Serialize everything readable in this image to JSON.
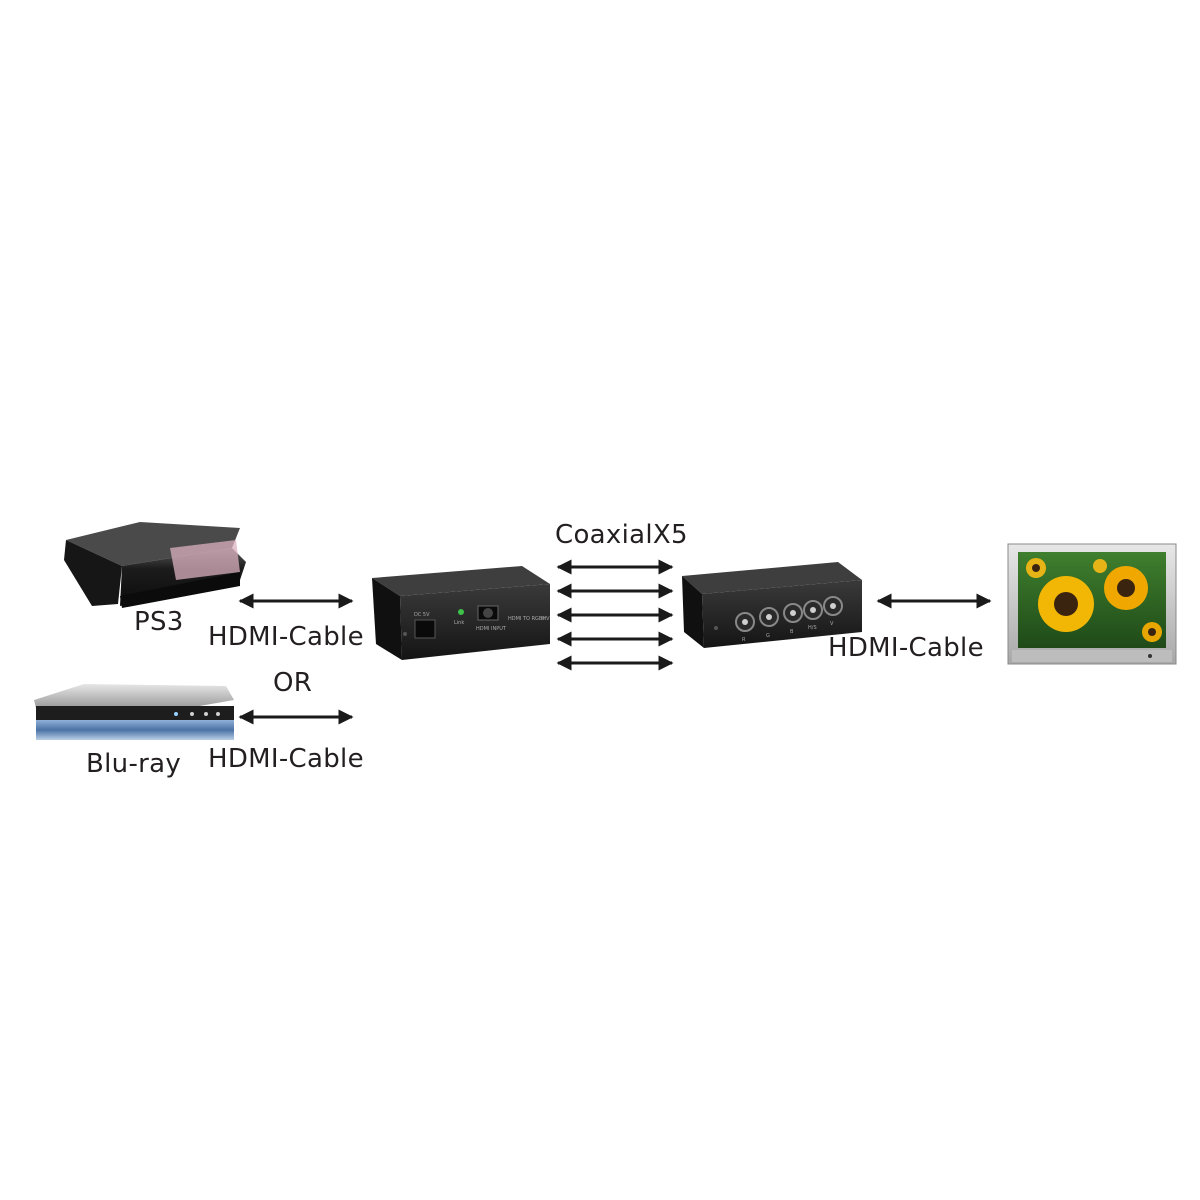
{
  "devices": {
    "ps3": {
      "label": "PS3",
      "icon": "game-console-icon"
    },
    "bluray": {
      "label": "Blu-ray",
      "icon": "bluray-player-icon"
    },
    "transmitter": {
      "icon": "hdmi-transmitter-box-icon",
      "panel_labels": [
        "DC 5V",
        "Link",
        "HDMI INPUT",
        "HDMI TO RGBHV"
      ]
    },
    "receiver": {
      "icon": "rgbhv-receiver-box-icon",
      "port_labels": [
        "R",
        "G",
        "B",
        "H/S",
        "V"
      ]
    },
    "tv": {
      "icon": "television-icon"
    }
  },
  "connections": {
    "ps3_cable": "HDMI-Cable",
    "or": "OR",
    "bluray_cable": "HDMI-Cable",
    "coax": "CoaxialX5",
    "tv_cable": "HDMI-Cable"
  },
  "colors": {
    "text": "#231f20",
    "device_body": "#1e1e1e",
    "arrow": "#1a1a1a",
    "bluray_accent": "#5a7fb0",
    "sunflower": "#f2b705"
  }
}
